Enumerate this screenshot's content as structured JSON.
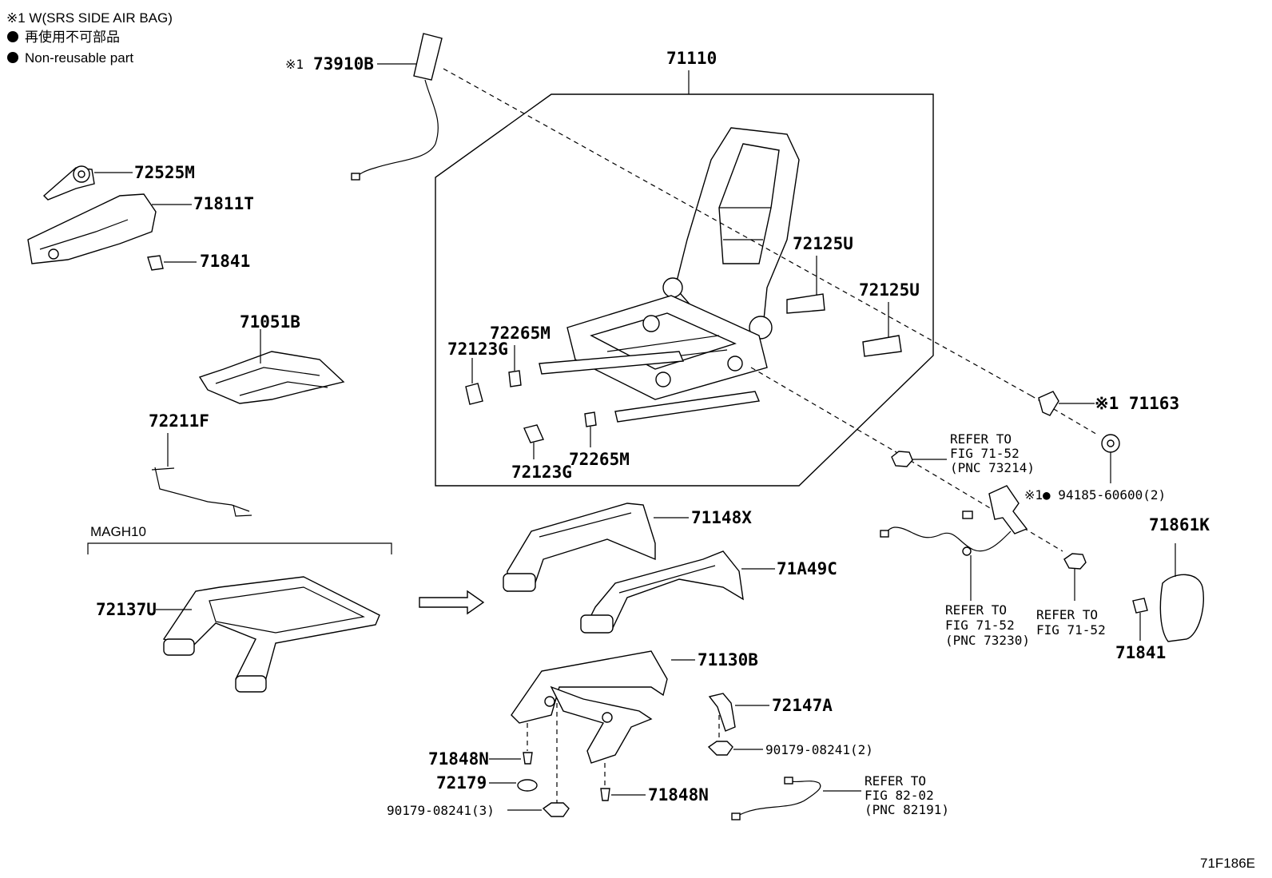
{
  "legend": {
    "note": "※1 W(SRS SIDE AIR BAG)",
    "jp": "再使用不可部品",
    "en": "Non-reusable part"
  },
  "group_label": "MAGH10",
  "diagram_code": "71F186E",
  "parts": {
    "p73910b": "73910B",
    "mark1": "※1",
    "p71110": "71110",
    "p72525m": "72525M",
    "p71811t": "71811T",
    "p71841a": "71841",
    "p71051b": "71051B",
    "p72211f": "72211F",
    "p72125u_a": "72125U",
    "p72125u_b": "72125U",
    "p72265m_a": "72265M",
    "p72123g_a": "72123G",
    "p72123g_b": "72123G",
    "p72265m_b": "72265M",
    "p71163": "※1 71163",
    "p94185": "※1● 94185-60600(2)",
    "p71148x": "71148X",
    "p71a49c": "71A49C",
    "p72137u": "72137U",
    "p71861k": "71861K",
    "p71841b": "71841",
    "p71130b": "71130B",
    "p72147a": "72147A",
    "p90179_2": "90179-08241(2)",
    "p71848n_a": "71848N",
    "p72179": "72179",
    "p71848n_b": "71848N",
    "p90179_3": "90179-08241(3)"
  },
  "refers": {
    "r73214": [
      "REFER TO",
      "FIG 71-52",
      "(PNC 73214)"
    ],
    "r73230": [
      "REFER TO",
      "FIG 71-52",
      "(PNC 73230)"
    ],
    "r7152": [
      "REFER TO",
      "FIG 71-52"
    ],
    "r82191": [
      "REFER TO",
      "FIG 82-02",
      "(PNC 82191)"
    ]
  }
}
